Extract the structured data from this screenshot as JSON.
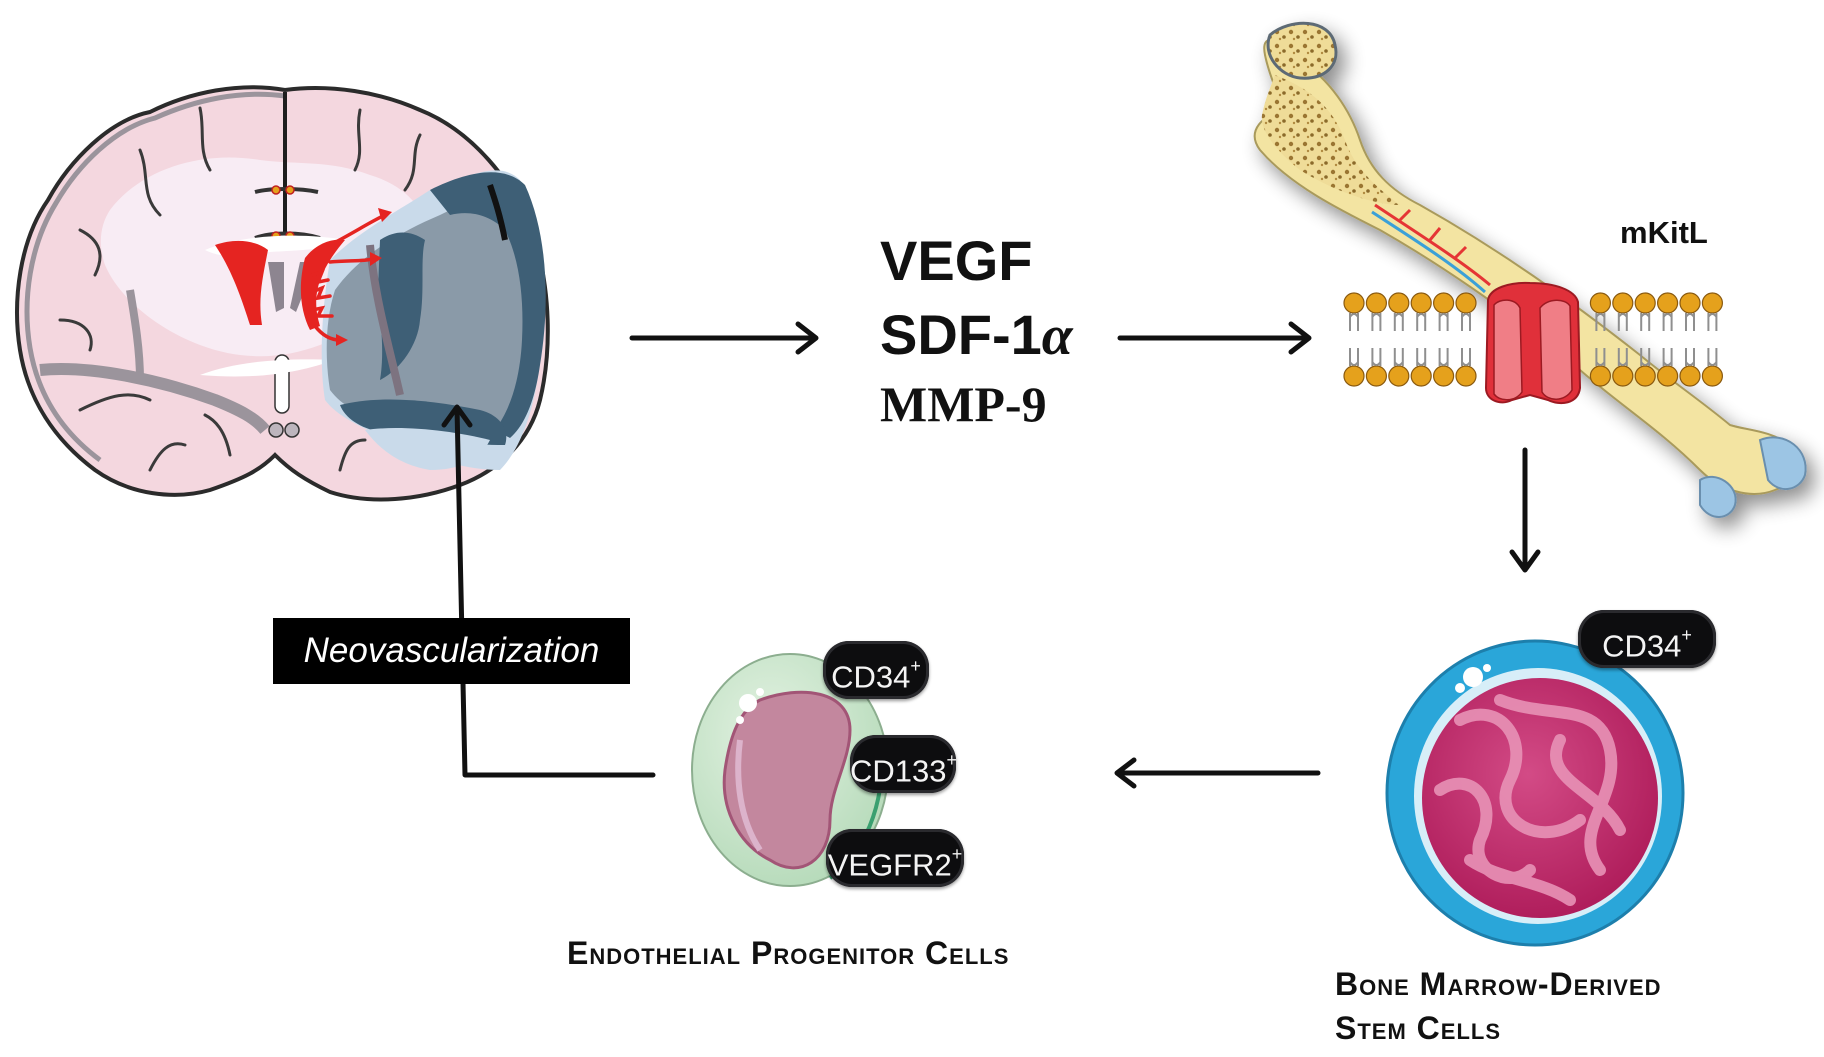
{
  "diagram": {
    "type": "pathway-schematic",
    "flow": [
      "brain-ischemia",
      "factors",
      "bone-marrow-mkitl",
      "bone-marrow-derived-stem-cells",
      "endothelial-progenitor-cells",
      "neovascularization"
    ]
  },
  "factors": {
    "vegf": "VEGF",
    "sdf_prefix": "SDF-1",
    "sdf_greek": "α",
    "mmp9": "MMP-9"
  },
  "bone": {
    "receptor_label": "mKitL"
  },
  "stem_cell": {
    "badge": "CD34",
    "badge_sup": "+",
    "label_line1": "Bone Marrow-Derived",
    "label_line2": "Stem Cells"
  },
  "epc": {
    "badges": [
      {
        "name": "CD34",
        "sup": "+"
      },
      {
        "name": "CD133",
        "sup": "+"
      },
      {
        "name": "VEGFR2",
        "sup": "+"
      }
    ],
    "label": "Endothelial Progenitor Cells"
  },
  "feedback": {
    "label": "Neovascularization"
  },
  "colors": {
    "brain_tissue": "#f6dfe6",
    "brain_white_matter": "#f8ecf4",
    "brain_outline": "#2b2b2b",
    "ventricle": "#8d8590",
    "infarct_core": "#3e5f76",
    "infarct_penumbra": "#8a9aa8",
    "infarct_light": "#c9daea",
    "red_arrows": "#e52421",
    "bone": "#f3e4a2",
    "marrow_dots": "#8b6a2c",
    "bone_cartilage": "#9cc5e4",
    "lipid_head": "#e5a11c",
    "receptor": "#e0303a",
    "receptor_light": "#f07e86",
    "stem_membrane": "#2aa6d9",
    "stem_nucleus": "#c2306e",
    "stem_chromatin": "#e07fa6",
    "epc_membrane": "#bfe0c1",
    "epc_nucleus": "#c3879e",
    "badge": "#0d0d0f"
  }
}
